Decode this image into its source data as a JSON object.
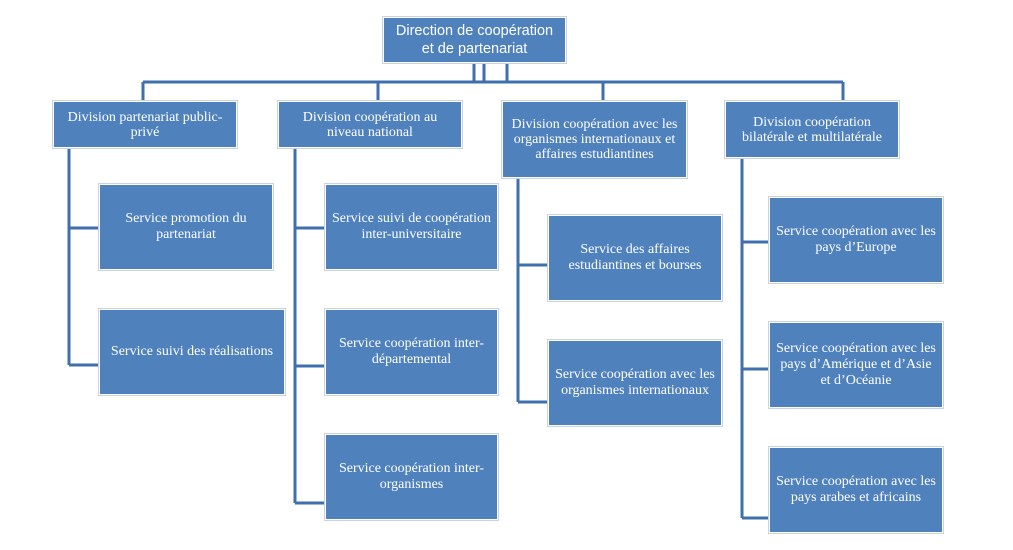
{
  "top": {
    "label_line1": "Direction de coopération",
    "label_line2": "et de partenariat"
  },
  "divisions": [
    {
      "title": "Division partenariat public-privé",
      "services": [
        "Service promotion du partenariat",
        "Service  suivi des réalisations"
      ]
    },
    {
      "title": "Division coopération au niveau national",
      "services": [
        "Service suivi de coopération inter-universitaire",
        "Service coopération inter-départemental",
        "Service  coopération inter-organismes"
      ]
    },
    {
      "title": "Division  coopération avec les organismes internationaux et affaires estudiantines",
      "services": [
        "Service des affaires estudiantines et bourses",
        "Service coopération avec les organismes internationaux"
      ]
    },
    {
      "title": "Division  coopération bilatérale et multilatérale",
      "services": [
        "Service coopération avec les pays d’Europe",
        "Service coopération avec les pays d’Amérique et d’Asie et d’Océanie",
        "Service coopération avec les pays arabes et africains"
      ]
    }
  ],
  "colors": {
    "box_fill": "#4f81bd",
    "box_text": "#ffffff",
    "connector": "#3f6fad"
  }
}
